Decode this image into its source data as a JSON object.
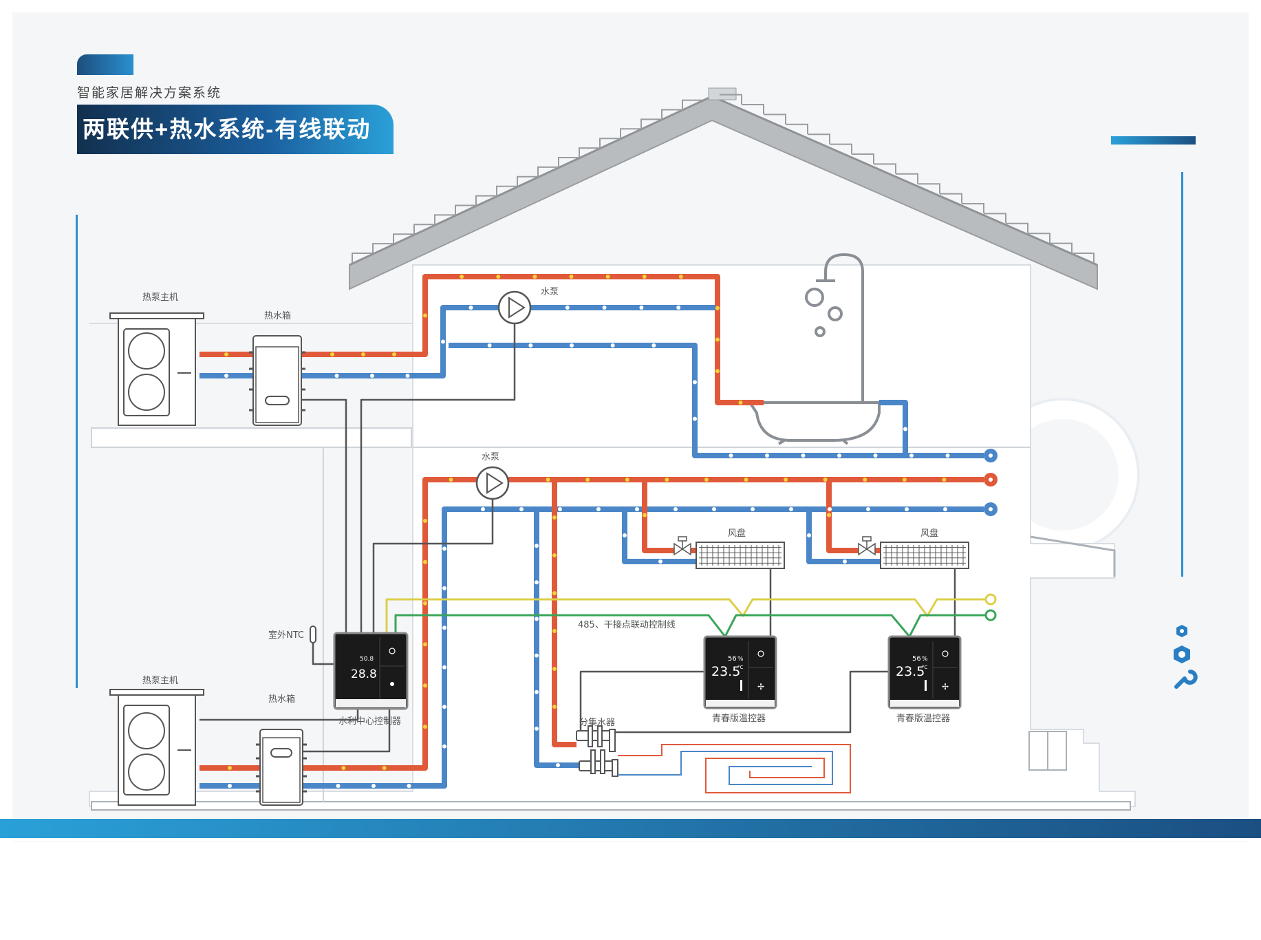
{
  "header": {
    "subtitle": "智能家居解决方案系统",
    "title": "两联供+热水系统-有线联动"
  },
  "labels": {
    "heat_pump_top": "热泵主机",
    "water_tank_top": "热水箱",
    "pump_top": "水泵",
    "pump_mid": "水泵",
    "fan_coil_1": "风盘",
    "fan_coil_2": "风盘",
    "outdoor_ntc": "室外NTC",
    "control_line": "485、干接点联动控制线",
    "heat_pump_bottom": "热泵主机",
    "water_tank_bottom": "热水箱",
    "center_controller": "水利中心控制器",
    "manifold": "分集水器",
    "thermostat_1": "青春版温控器",
    "thermostat_2": "青春版温控器"
  },
  "controller_screen": {
    "main_value": "28.8",
    "small_value": "50.8"
  },
  "thermostat_screen": {
    "humidity": "56",
    "humidity_unit": "%",
    "temperature": "23.5",
    "temp_unit": "°C"
  },
  "colors": {
    "hot_pipe": "#e05a3a",
    "cold_pipe": "#4a86c8",
    "signal_yellow": "#dccf4a",
    "signal_green": "#3aa55a",
    "wire": "#555555",
    "brand_dark": "#12304f",
    "brand_light": "#2aa0d8"
  },
  "icons": [
    "hexagon-icon",
    "hexagon-icon",
    "wrench-icon"
  ]
}
